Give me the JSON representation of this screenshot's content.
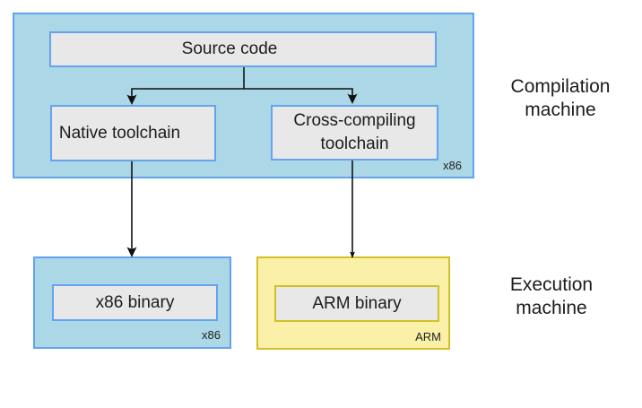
{
  "colors": {
    "blue_border": "#64a3ee",
    "blue_fill": "#abd7e6",
    "yellow_border": "#d4c127",
    "yellow_fill": "#faf0a8",
    "gray_fill": "#e8e8e8",
    "line": "#111111",
    "text": "#1c1c1c"
  },
  "compilation": {
    "side_label": "Compilation machine",
    "machine_tag": "x86",
    "source_code": "Source code",
    "native_toolchain": "Native toolchain",
    "cross_toolchain": "Cross-compiling toolchain"
  },
  "execution": {
    "side_label": "Execution machine",
    "x86_binary": "x86 binary",
    "x86_tag": "x86",
    "arm_binary": "ARM binary",
    "arm_tag": "ARM"
  }
}
